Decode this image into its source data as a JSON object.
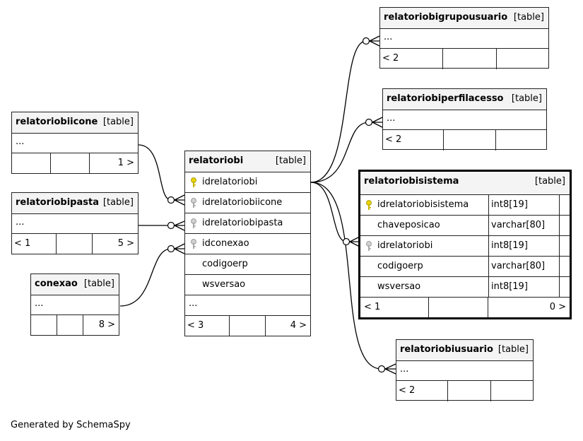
{
  "footer": "Generated by SchemaSpy",
  "tables": {
    "relatoriobiicone": {
      "name": "relatoriobiicone",
      "kind": "[table]",
      "ellipsis": "...",
      "parents": "",
      "children": "1 >"
    },
    "relatoriobipasta": {
      "name": "relatoriobipasta",
      "kind": "[table]",
      "ellipsis": "...",
      "parents": "< 1",
      "children": "5 >"
    },
    "conexao": {
      "name": "conexao",
      "kind": "[table]",
      "ellipsis": "...",
      "parents": "",
      "children": "8 >"
    },
    "relatoriobi": {
      "name": "relatoriobi",
      "kind": "[table]",
      "ellipsis": "...",
      "parents": "< 3",
      "children": "4 >",
      "columns": [
        {
          "name": "idrelatoriobi",
          "key": "primary"
        },
        {
          "name": "idrelatoriobiicone",
          "key": "foreign"
        },
        {
          "name": "idrelatoriobipasta",
          "key": "foreign"
        },
        {
          "name": "idconexao",
          "key": "foreign"
        },
        {
          "name": "codigoerp",
          "key": ""
        },
        {
          "name": "wsversao",
          "key": ""
        }
      ]
    },
    "relatoriobigrupousuario": {
      "name": "relatoriobigrupousuario",
      "kind": "[table]",
      "ellipsis": "...",
      "parents": "< 2",
      "children": ""
    },
    "relatoriobiperfilacesso": {
      "name": "relatoriobiperfilacesso",
      "kind": "[table]",
      "ellipsis": "...",
      "parents": "< 2",
      "children": ""
    },
    "relatoriobisistema": {
      "name": "relatoriobisistema",
      "kind": "[table]",
      "parents": "< 1",
      "children": "0 >",
      "columns": [
        {
          "name": "idrelatoriobisistema",
          "type": "int8[19]",
          "key": "primary"
        },
        {
          "name": "chaveposicao",
          "type": "varchar[80]",
          "key": ""
        },
        {
          "name": "idrelatoriobi",
          "type": "int8[19]",
          "key": "foreign"
        },
        {
          "name": "codigoerp",
          "type": "varchar[80]",
          "key": ""
        },
        {
          "name": "wsversao",
          "type": "int8[19]",
          "key": ""
        }
      ]
    },
    "relatoriobiusuario": {
      "name": "relatoriobiusuario",
      "kind": "[table]",
      "ellipsis": "...",
      "parents": "< 2",
      "children": ""
    }
  },
  "colors": {
    "primary_key": "#e8d400",
    "foreign_key": "#b0b0b0",
    "border": "#222222",
    "header_bg": "#f4f4f4"
  }
}
